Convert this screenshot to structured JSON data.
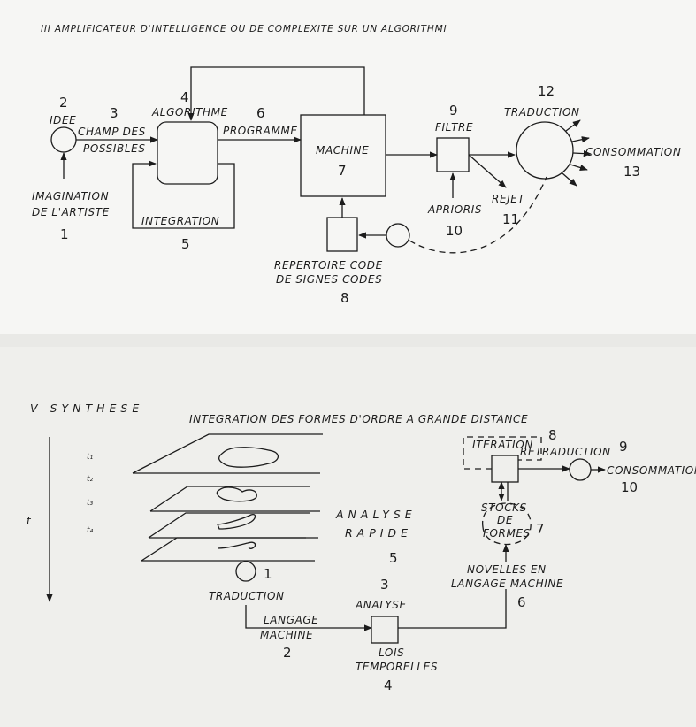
{
  "diagram1": {
    "title": "III  AMPLIFICATEUR D'INTELLIGENCE OU DE COMPLEXITE SUR UN ALGORITHMI",
    "nodes": {
      "idee": {
        "num": "2",
        "label": "IDEE"
      },
      "imagination": {
        "line1": "IMAGINATION",
        "line2": "DE L'ARTISTE",
        "num": "1"
      },
      "champ": {
        "num": "3",
        "line1": "CHAMP DES",
        "line2": "POSSIBLES"
      },
      "algorithme": {
        "num": "4",
        "label": "ALGORITHME"
      },
      "integration": {
        "label": "INTEGRATION",
        "num": "5"
      },
      "programme": {
        "num": "6",
        "label": "PROGRAMME"
      },
      "machine": {
        "label": "MACHINE",
        "num": "7"
      },
      "repertoire": {
        "line1": "REPERTOIRE CODE",
        "line2": "DE SIGNES CODES",
        "num": "8"
      },
      "filtre": {
        "num": "9",
        "label": "FILTRE"
      },
      "aprioris": {
        "label": "APRIORIS",
        "num": "10"
      },
      "rejet": {
        "label": "REJET",
        "num": "11"
      },
      "traduction": {
        "num": "12",
        "label": "TRADUCTION"
      },
      "consommation": {
        "label": "CONSOMMATION",
        "num": "13"
      }
    }
  },
  "diagram2": {
    "title": "V  SYNTHESE",
    "top_label": "INTEGRATION DES FORMES D'ORDRE A GRANDE DISTANCE",
    "axis": {
      "label": "t",
      "ticks": [
        "t₁",
        "t₂",
        "t₃",
        "t₄"
      ]
    },
    "nodes": {
      "traduction": {
        "num": "1",
        "label": "TRADUCTION"
      },
      "langage": {
        "line1": "LANGAGE",
        "line2": "MACHINE",
        "num": "2"
      },
      "analyse": {
        "num": "3",
        "label": "ANALYSE"
      },
      "lois": {
        "line1": "LOIS",
        "line2": "TEMPORELLES",
        "num": "4"
      },
      "analyse_rapide": {
        "line1": "ANALYSE",
        "line2": "RAPIDE",
        "num": "5"
      },
      "novelles": {
        "line1": "NOVELLES EN",
        "line2": "LANGAGE MACHINE",
        "num": "6"
      },
      "stocks": {
        "line1": "STOCKS",
        "line2": "DE",
        "line3": "FORMES",
        "num": "7"
      },
      "iteration": {
        "label": "ITERATION",
        "num": "8"
      },
      "retraduction": {
        "label": "RETRADUCTION",
        "num": "9"
      },
      "consommation": {
        "label": "CONSOMMATION",
        "num": "10"
      }
    }
  }
}
